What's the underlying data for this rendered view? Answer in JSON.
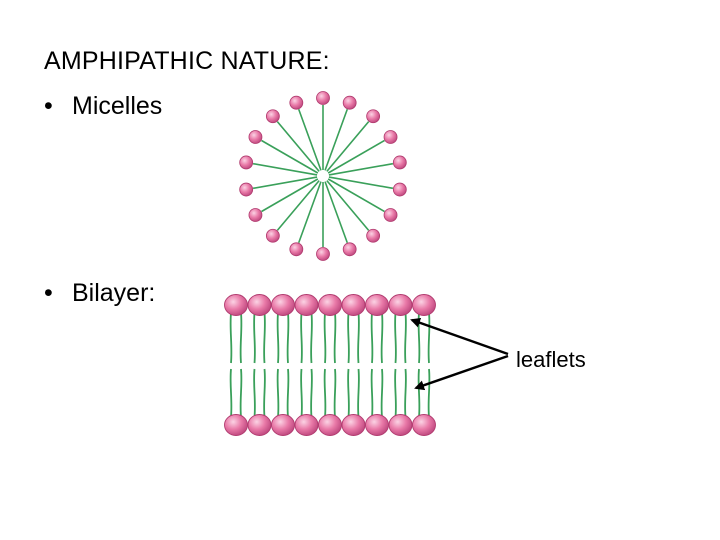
{
  "slide": {
    "heading": "AMPHIPATHIC NATURE:",
    "bullets": [
      {
        "bullet": "•",
        "label": "Micelles"
      },
      {
        "bullet": "•",
        "label": "Bilayer:"
      }
    ],
    "callout_label": "leaflets"
  },
  "colors": {
    "head_fill": "#e97aa8",
    "head_stroke": "#b03a6e",
    "tail": "#3aa05a",
    "arrow": "#000000"
  }
}
